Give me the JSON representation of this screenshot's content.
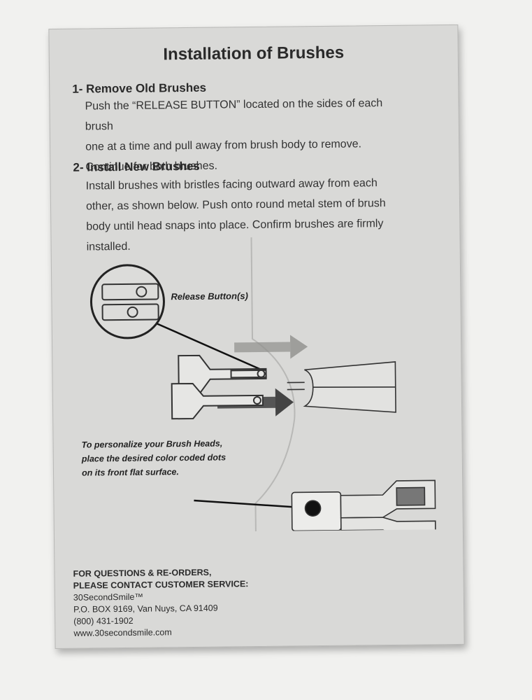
{
  "title": "Installation of Brushes",
  "steps": [
    {
      "heading": "1- Remove Old Brushes",
      "lines": [
        "Push the “RELEASE BUTTON” located on the sides of each brush",
        "one at a time and pull away from brush body to remove.",
        "Continue for both brushes."
      ]
    },
    {
      "heading": "2- Install New Brushes",
      "lines": [
        "Install brushes with bristles facing outward away from each",
        "other, as shown below.  Push onto round metal stem of brush",
        "body until head snaps into place.  Confirm brushes are firmly",
        "installed."
      ]
    }
  ],
  "illustration": {
    "release_label": "Release Button(s)",
    "personalize_lines": [
      "To personalize your Brush Heads,",
      "place the desired color coded dots",
      "on its front flat surface."
    ]
  },
  "contact": {
    "line1": "FOR QUESTIONS & RE-ORDERS,",
    "line2": "PLEASE CONTACT CUSTOMER SERVICE:",
    "company": "30SecondSmile™",
    "address": "P.O. BOX 9169,  Van Nuys, CA 91409",
    "phone": "(800) 431-1902",
    "website": "www.30secondsmile.com"
  }
}
